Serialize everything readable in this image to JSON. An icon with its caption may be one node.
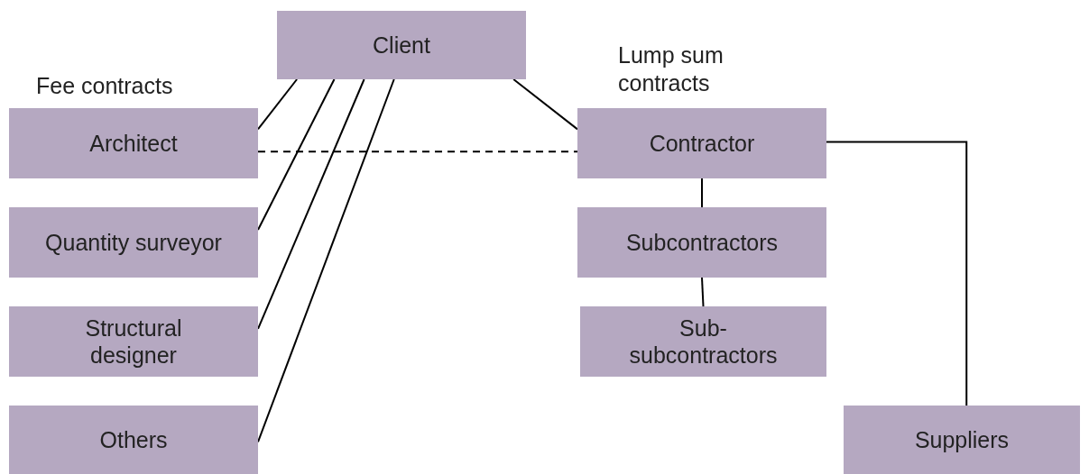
{
  "diagram": {
    "nodes": [
      {
        "text": [
          "Client"
        ]
      },
      {
        "text": [
          "Architect"
        ]
      },
      {
        "text": [
          "Quantity surveyor"
        ]
      },
      {
        "text": [
          "Structural designer"
        ]
      },
      {
        "text": [
          "Others"
        ]
      },
      {
        "text": [
          "Contractor"
        ]
      },
      {
        "text": [
          "Subcontractors"
        ]
      },
      {
        "text": [
          "Sub- subcontractors"
        ]
      },
      {
        "text": [
          "Suppliers"
        ]
      }
    ],
    "edges": [
      {
        "from": 0,
        "to": 1,
        "arrow": "none"
      },
      {
        "from": 0,
        "to": 2,
        "arrow": "none"
      },
      {
        "from": 0,
        "to": 3,
        "arrow": "none"
      },
      {
        "from": 0,
        "to": 4,
        "arrow": "none"
      },
      {
        "from": 0,
        "to": 5,
        "arrow": "none"
      },
      {
        "from": 1,
        "to": 5,
        "arrow": "none",
        "style": "dashed"
      },
      {
        "from": 5,
        "to": 6,
        "arrow": "none"
      },
      {
        "from": 6,
        "to": 7,
        "arrow": "none"
      },
      {
        "from": 5,
        "to": 8,
        "arrow": "none"
      }
    ],
    "labels": [
      "Fee contracts",
      "Lump sum contracts"
    ]
  }
}
